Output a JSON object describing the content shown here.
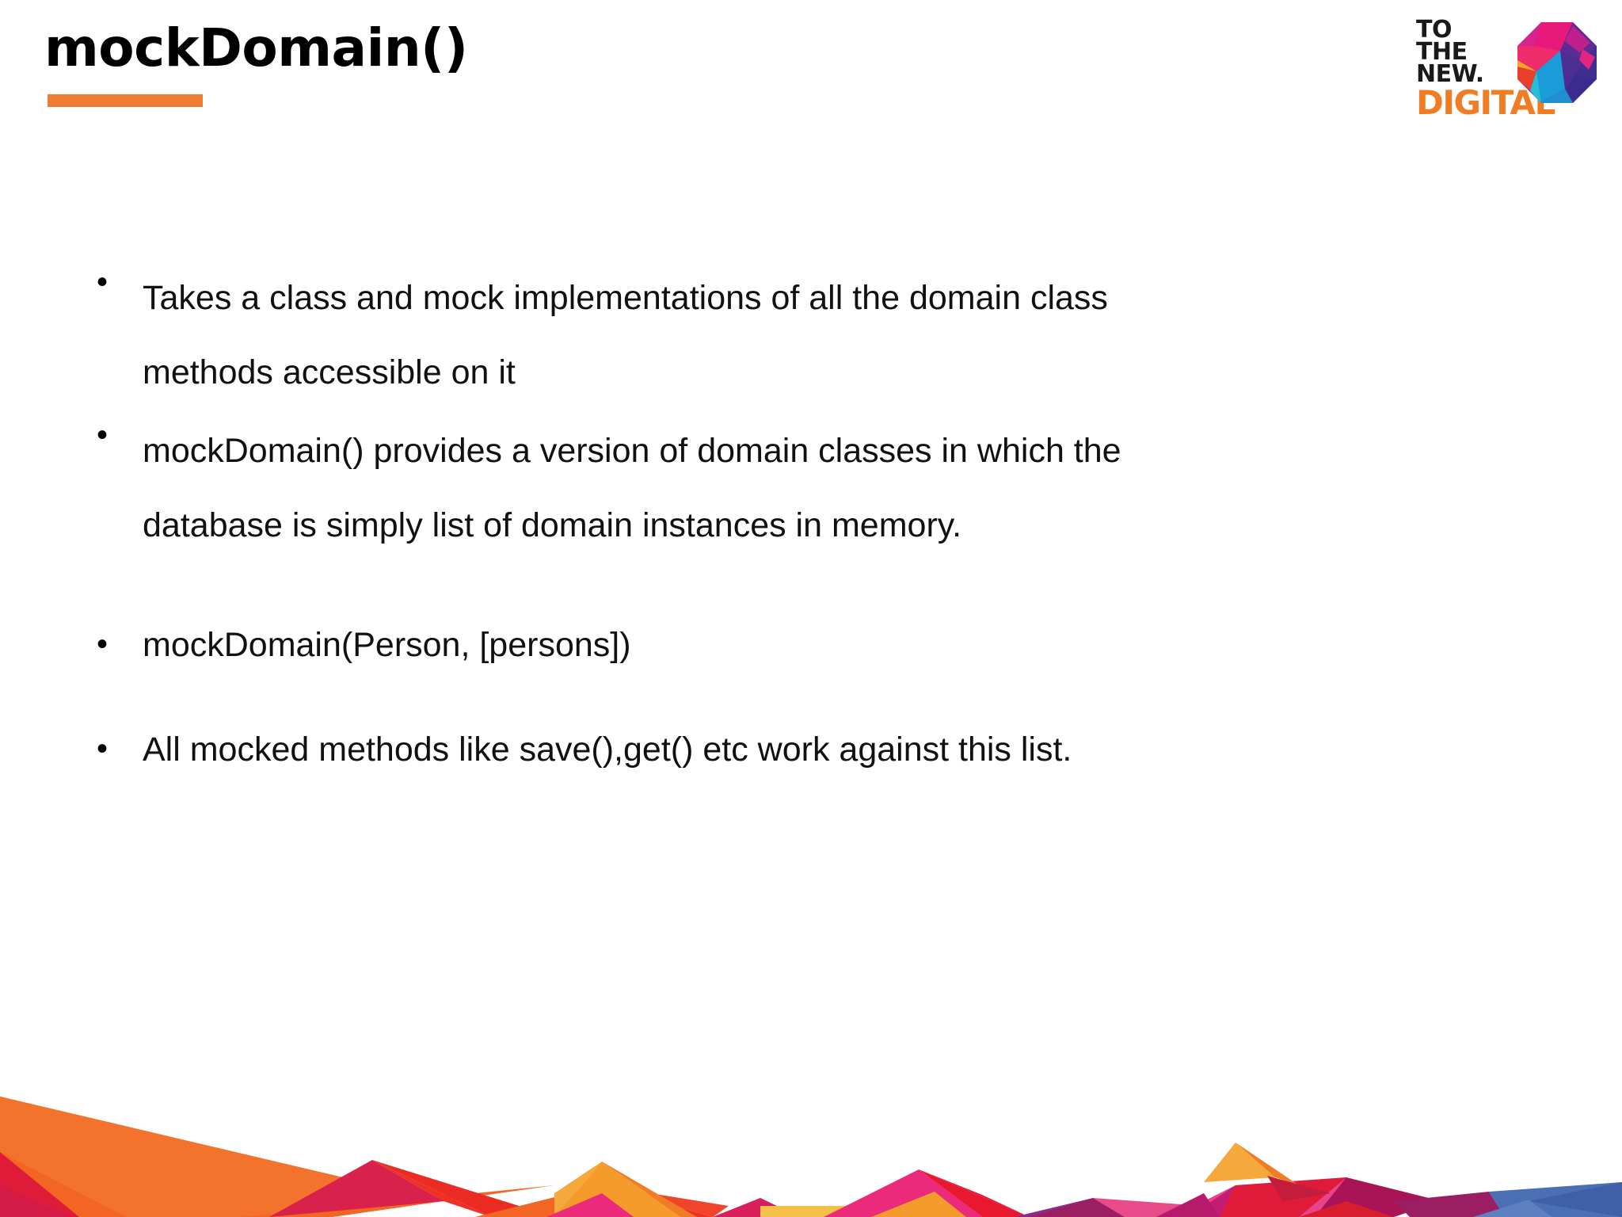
{
  "slide": {
    "title": "mockDomain()",
    "accent_color": "#ED7D31",
    "background_color": "#FFFFFF",
    "text_color": "#111111"
  },
  "logo": {
    "line1": "TO",
    "line2": "THE",
    "line3": "NEW.",
    "tagline": "DIGITAL",
    "wordmark_color": "#1A1A1A",
    "tagline_color": "#F07C24",
    "gem_colors": [
      "#E8197B",
      "#D6248F",
      "#7B2C8F",
      "#3E2E8F",
      "#1B9BD8",
      "#25BFD6",
      "#F5A623",
      "#E8402A"
    ]
  },
  "bullets": [
    {
      "marker": "•",
      "line1": "Takes a class and mock implementations of all the domain class",
      "line2": "methods accessible on it"
    },
    {
      "marker": "•",
      "line1": "mockDomain() provides a version of domain classes in which the",
      "line2": "database is simply list of domain instances in memory."
    },
    {
      "marker": "•",
      "line1": "mockDomain(Person, [persons])",
      "line2": ""
    },
    {
      "marker": "•",
      "line1": "All mocked methods like save(),get() etc work against this list.",
      "line2": ""
    }
  ],
  "footer_art": {
    "palette": [
      "#F26522",
      "#EE3124",
      "#E01B39",
      "#D81E5B",
      "#EC2A7B",
      "#F59B2B",
      "#F5C04A",
      "#8E2A8B",
      "#9B1E63",
      "#4A6FB5",
      "#3F5FA8"
    ]
  }
}
